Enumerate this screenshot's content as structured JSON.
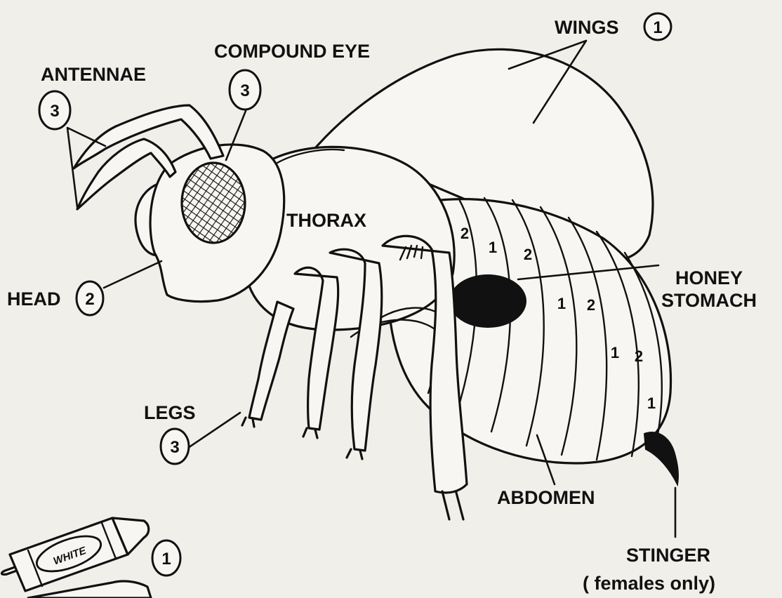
{
  "labels": {
    "wings": "WINGS",
    "compound_eye": "COMPOUND EYE",
    "antennae": "ANTENNAE",
    "thorax": "THORAX",
    "head": "HEAD",
    "honey_stomach_line1": "HONEY",
    "honey_stomach_line2": "STOMACH",
    "legs": "LEGS",
    "abdomen": "ABDOMEN",
    "stinger": "STINGER",
    "stinger_note": "( females only)"
  },
  "color_codes": {
    "wings": "1",
    "compound_eye": "3",
    "antennae": "3",
    "head": "2",
    "legs": "3"
  },
  "stripe_numbers": [
    "2",
    "1",
    "2",
    "1",
    "2",
    "1",
    "2",
    "1"
  ],
  "crayons": [
    {
      "name": "WHITE",
      "code": "1"
    }
  ],
  "colors": {
    "ink": "#111111",
    "paper": "#f1efe9"
  }
}
